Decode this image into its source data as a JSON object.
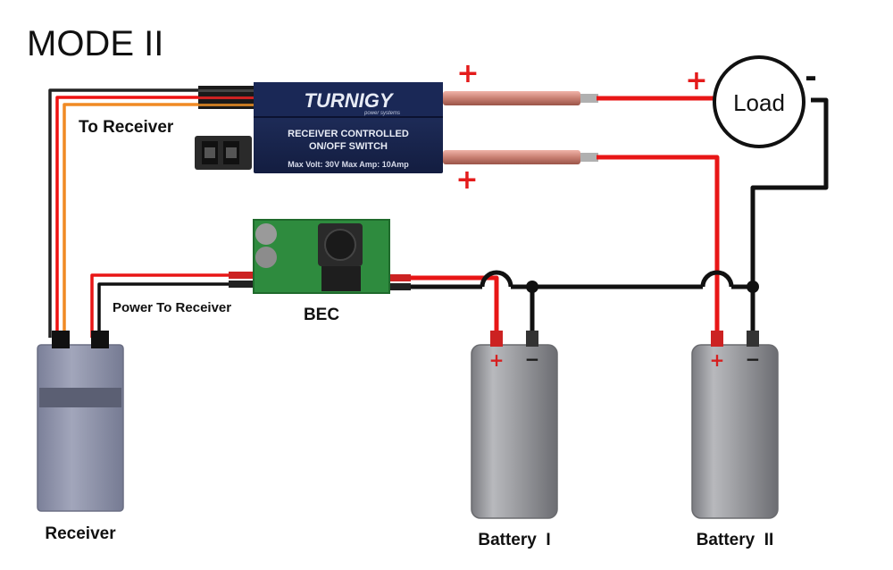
{
  "title": "MODE II",
  "labels": {
    "to_receiver": "To Receiver",
    "power_to_receiver": "Power To Receiver",
    "bec": "BEC",
    "receiver": "Receiver",
    "battery1": "Battery  I",
    "battery2": "Battery  II",
    "load": "Load"
  },
  "switch_module": {
    "brand": "TURNIGY",
    "brand_sub": "power systems",
    "line1": "RECEIVER CONTROLLED",
    "line2": "ON/OFF SWITCH",
    "spec": "Max Volt: 30V   Max Amp: 10Amp"
  },
  "polarity": {
    "plus": "+",
    "minus": "-",
    "battery_plus": "+",
    "battery_minus": "−"
  },
  "colors": {
    "positive_wire": "#e81616",
    "negative_wire": "#111111",
    "signal_wire": "#f08a24",
    "module_body": "#1c2a55",
    "bec_board": "#2e8b3e",
    "battery": "#8e8f93",
    "receiver": "#8a8fa8"
  }
}
